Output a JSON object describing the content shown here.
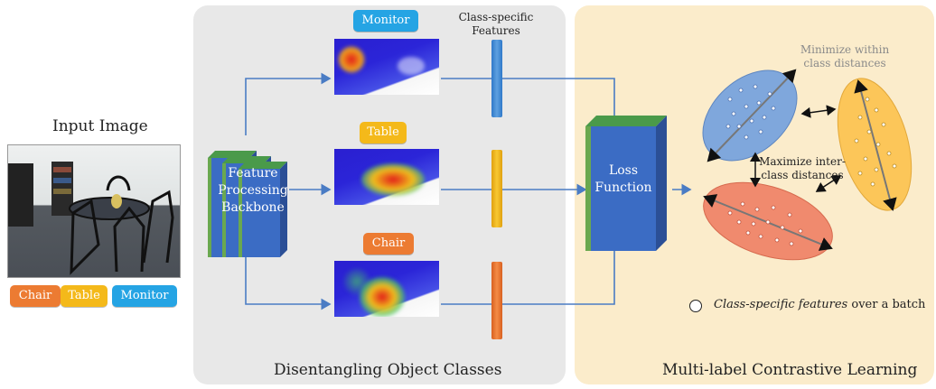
{
  "input": {
    "title": "Input Image",
    "tags": [
      "Chair",
      "Table",
      "Monitor"
    ]
  },
  "disentangle": {
    "title": "Disentangling Object Classes",
    "backbone_label_lines": [
      "Feature",
      "Processing",
      "Backbone"
    ],
    "features_label_lines": [
      "Class-specific",
      "Features"
    ],
    "branches": [
      "Monitor",
      "Table",
      "Chair"
    ]
  },
  "contrastive": {
    "title": "Multi-label Contrastive Learning",
    "loss_label_lines": [
      "Loss",
      "Function"
    ],
    "annotation_within_lines": [
      "Minimize within",
      "class distances"
    ],
    "annotation_inter_lines": [
      "Maximize inter-",
      "class distances"
    ],
    "legend_italic": "Class-specific features",
    "legend_rest": " over a batch"
  },
  "colors": {
    "monitor": "#25a4e4",
    "table": "#f4b91a",
    "chair": "#ec7b32",
    "block_blue": "#3b6cc4",
    "block_green": "#6aa84f",
    "arrow": "#4a7cc4",
    "ellipse_blue": "#7fa7dc",
    "ellipse_yellow": "#fcc659",
    "ellipse_red": "#f08a6e"
  }
}
